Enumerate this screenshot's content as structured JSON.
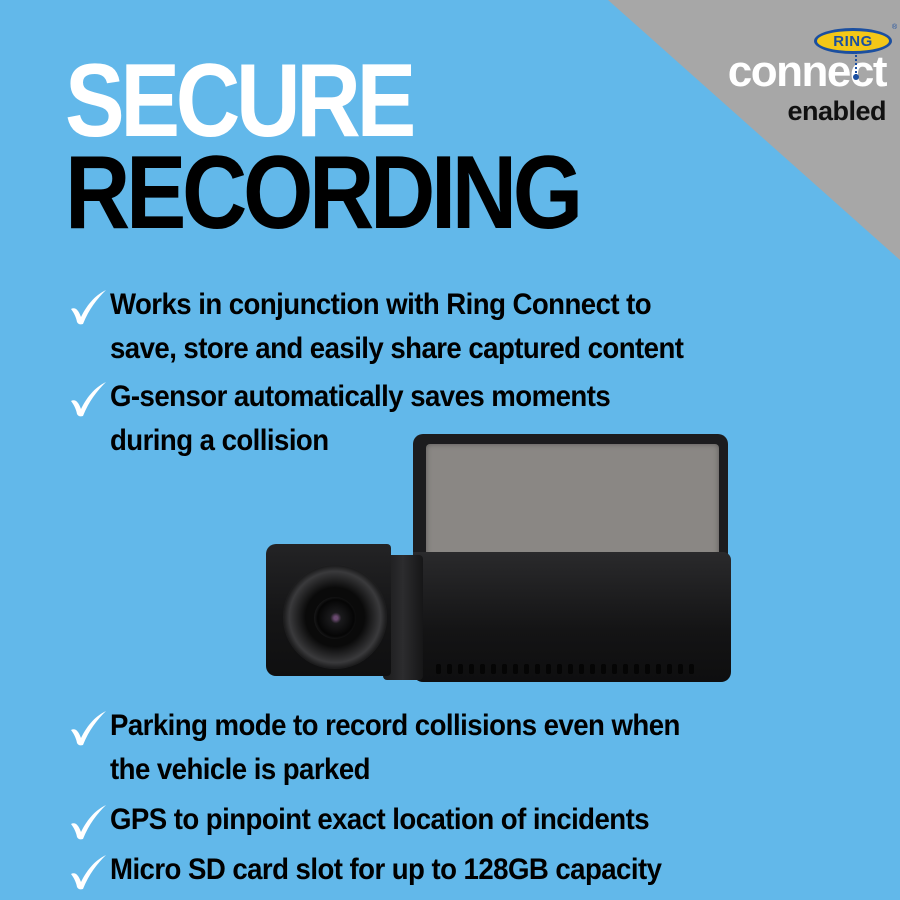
{
  "headline": {
    "line1": "SECURE",
    "line2": "RECORDING"
  },
  "badge": {
    "brand": "RING",
    "registered": "®",
    "product": "connect",
    "status": "enabled"
  },
  "features_top": [
    {
      "icon": "checkmark-icon",
      "text_lines": [
        "Works in conjunction with Ring Connect to",
        "save, store and easily share captured content"
      ]
    },
    {
      "icon": "checkmark-icon",
      "text_lines": [
        "G-sensor automatically saves moments",
        "during a collision"
      ]
    }
  ],
  "features_bottom": [
    {
      "icon": "checkmark-icon",
      "text_lines": [
        "Parking mode to record collisions even when",
        "the vehicle is parked"
      ]
    },
    {
      "icon": "checkmark-icon",
      "text_lines": [
        "GPS to pinpoint exact location of incidents"
      ]
    },
    {
      "icon": "checkmark-icon",
      "text_lines": [
        "Micro SD card slot for up to 128GB capacity"
      ]
    }
  ],
  "product_image": {
    "subject": "dash-cam"
  },
  "colors": {
    "background": "#62b8ea",
    "corner": "#a7a7a7",
    "ring_yellow": "#f3c717",
    "ring_blue": "#1b4fa0",
    "headline_light": "#ffffff",
    "headline_dark": "#000000"
  }
}
